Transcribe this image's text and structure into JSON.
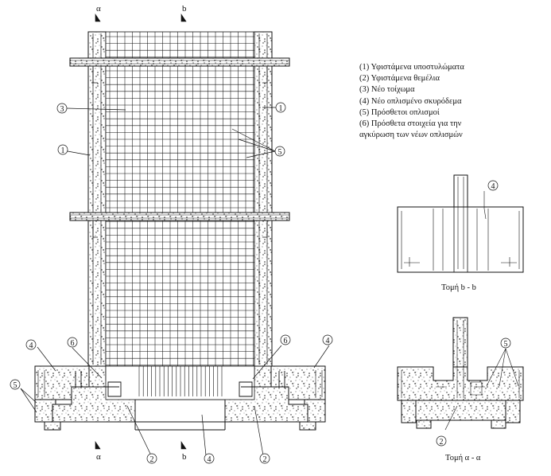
{
  "legend": [
    "(1)  Υφιστάμενα  υποστυλώματα",
    "(2)  Υφιστάμενα θεμέλια",
    "(3)  Νέο τοίχωμα",
    "(4)  Νέο οπλισμένο σκυρόδεμα",
    "(5)  Πρόσθετοι οπλισμοί",
    "(6)  Πρόσθετα στοιχεία για την",
    "αγκύρωση των νέων οπλισμών"
  ],
  "section_marks": {
    "a": "α",
    "b": "b"
  },
  "captions": {
    "section_b": "Τομή  b - b",
    "section_a": "Τομή α - α"
  },
  "callouts": {
    "one": "1",
    "two": "2",
    "three": "3",
    "four": "4",
    "five": "5",
    "six": "6"
  }
}
